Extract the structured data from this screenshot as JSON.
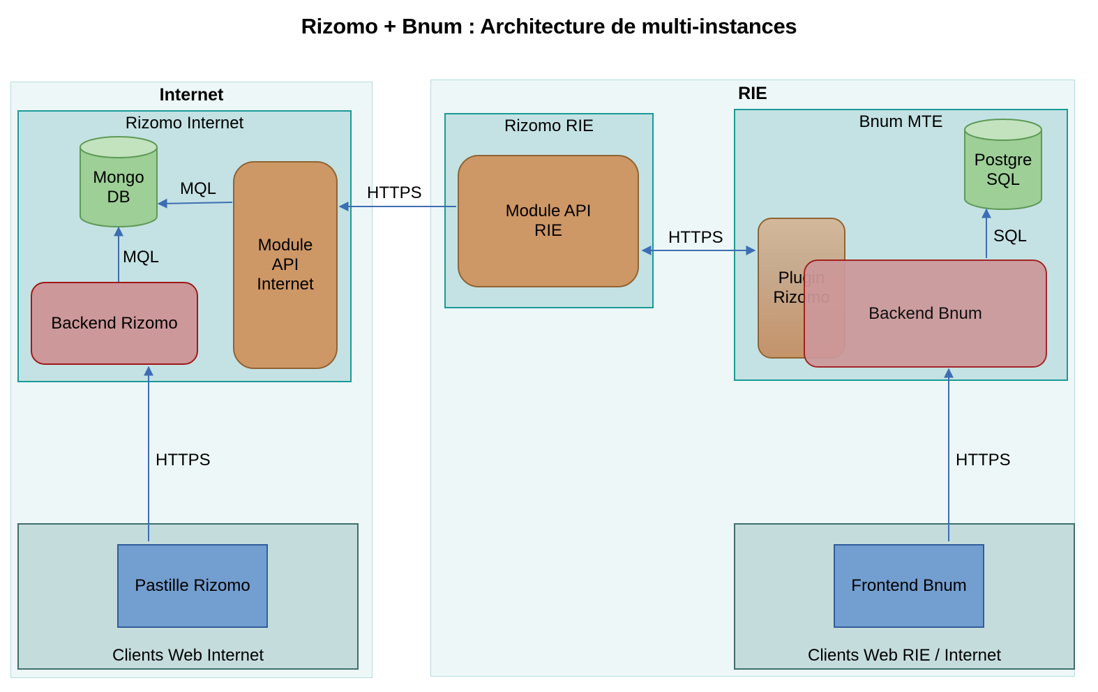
{
  "title": "Rizomo + Bnum : Architecture de multi-instances",
  "zones": {
    "internet": "Internet",
    "rie": "RIE"
  },
  "groups": {
    "rizomo_internet": "Rizomo Internet",
    "rizomo_rie": "Rizomo RIE",
    "bnum_mte": "Bnum MTE",
    "clients_internet": "Clients Web Internet",
    "clients_rie": "Clients Web RIE / Internet"
  },
  "nodes": {
    "mongodb": "Mongo\nDB",
    "backend_rizomo": "Backend Rizomo",
    "module_api_internet": "Module\nAPI\nInternet",
    "module_api_rie": "Module API\nRIE",
    "postgresql": "Postgre\nSQL",
    "plugin_rizomo": "Plugin\nRizomo",
    "backend_bnum": "Backend Bnum",
    "pastille_rizomo": "Pastille Rizomo",
    "frontend_bnum": "Frontend Bnum"
  },
  "edges": {
    "module_to_mongo": "MQL",
    "backend_to_mongo": "MQL",
    "pastille_to_backend": "HTTPS",
    "rie_to_internet_module": "HTTPS",
    "module_rie_plugin": "HTTPS",
    "backend_bnum_to_postgres": "SQL",
    "frontend_to_backend_bnum": "HTTPS"
  },
  "colors": {
    "arrow": "#3d6db3",
    "db_fill": "#9dcf97",
    "db_top": "#c3e3be",
    "db_stroke": "#5f9a58"
  }
}
